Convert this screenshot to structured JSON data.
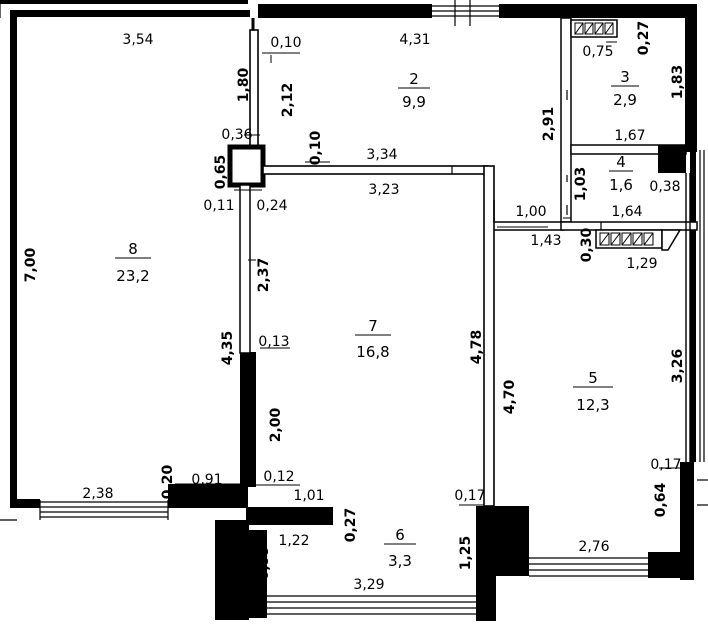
{
  "rooms": [
    {
      "number": "2",
      "area": "9,9"
    },
    {
      "number": "3",
      "area": "2,9"
    },
    {
      "number": "4",
      "area": "1,6"
    },
    {
      "number": "5",
      "area": "12,3"
    },
    {
      "number": "6",
      "area": "3,3"
    },
    {
      "number": "7",
      "area": "16,8"
    },
    {
      "number": "8",
      "area": "23,2"
    }
  ],
  "dimensions": {
    "d_3_54": "3,54",
    "d_0_10_a": "0,10",
    "d_4_31": "4,31",
    "d_0_75": "0,75",
    "d_0_27_a": "0,27",
    "d_1_80": "1,80",
    "d_2_12": "2,12",
    "d_1_83": "1,83",
    "d_2_91": "2,91",
    "d_0_36": "0,36",
    "d_0_10_b": "0,10",
    "d_3_34": "3,34",
    "d_1_67": "1,67",
    "d_0_65": "0,65",
    "d_3_23": "3,23",
    "d_1_03": "1,03",
    "d_0_38": "0,38",
    "d_0_11": "0,11",
    "d_0_24": "0,24",
    "d_1_00": "1,00",
    "d_1_64": "1,64",
    "d_7_00": "7,00",
    "d_1_43": "1,43",
    "d_0_30": "0,30",
    "d_1_29": "1,29",
    "d_2_37": "2,37",
    "d_4_35": "4,35",
    "d_0_13": "0,13",
    "d_4_78": "4,78",
    "d_3_26": "3,26",
    "d_4_70": "4,70",
    "d_2_00": "2,00",
    "d_0_17_a": "0,17",
    "d_0_20": "0,20",
    "d_0_91": "0,91",
    "d_0_12": "0,12",
    "d_2_38": "2,38",
    "d_1_01": "1,01",
    "d_0_17_b": "0,17",
    "d_0_64": "0,64",
    "d_0_27_b": "0,27",
    "d_1_22": "1,22",
    "d_2_76": "2,76",
    "d_0_99": "0,99",
    "d_1_25": "1,25",
    "d_3_29": "3,29"
  }
}
